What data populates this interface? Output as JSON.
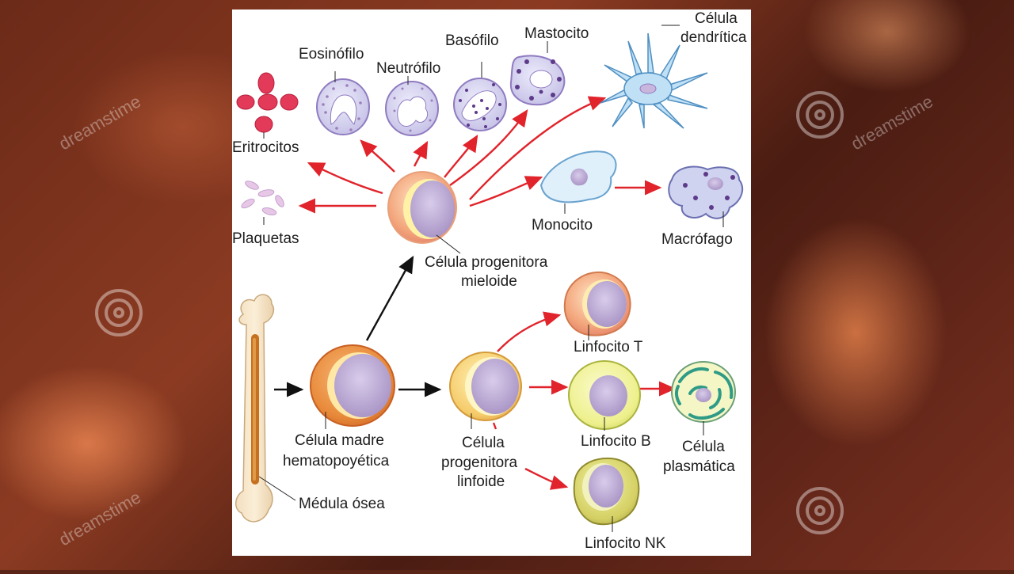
{
  "background": {
    "watermark": "dreamstime"
  },
  "diagram": {
    "cells": {
      "eritrocitos": "Eritrocitos",
      "plaquetas": "Plaquetas",
      "eosinofilo": "Eosinófilo",
      "neutrofilo": "Neutrófilo",
      "basofilo": "Basófilo",
      "mastocito": "Mastocito",
      "celula_dendritica": [
        "Célula",
        "dendrítica"
      ],
      "monocito": "Monocito",
      "macrofago": "Macrófago",
      "progenitora_mieloide": [
        "Célula progenitora",
        "mieloide"
      ],
      "madre_hematopoyetica": [
        "Célula madre",
        "hematopoyética"
      ],
      "progenitora_linfoide": [
        "Célula",
        "progenitora",
        "linfoide"
      ],
      "linfocito_t": "Linfocito T",
      "linfocito_b": "Linfocito B",
      "linfocito_nk": "Linfocito NK",
      "celula_plasmatica": [
        "Célula",
        "plasmática"
      ],
      "medula_osea": "Médula ósea"
    },
    "colors": {
      "arrow_red": "#e1232b",
      "arrow_black": "#111111",
      "nucleus": "#b9a5cf",
      "myeloid_body": "#f4b08c",
      "lymphoid_body": "#f6d27a",
      "granulocyte_body": "#d7d3ef"
    }
  }
}
